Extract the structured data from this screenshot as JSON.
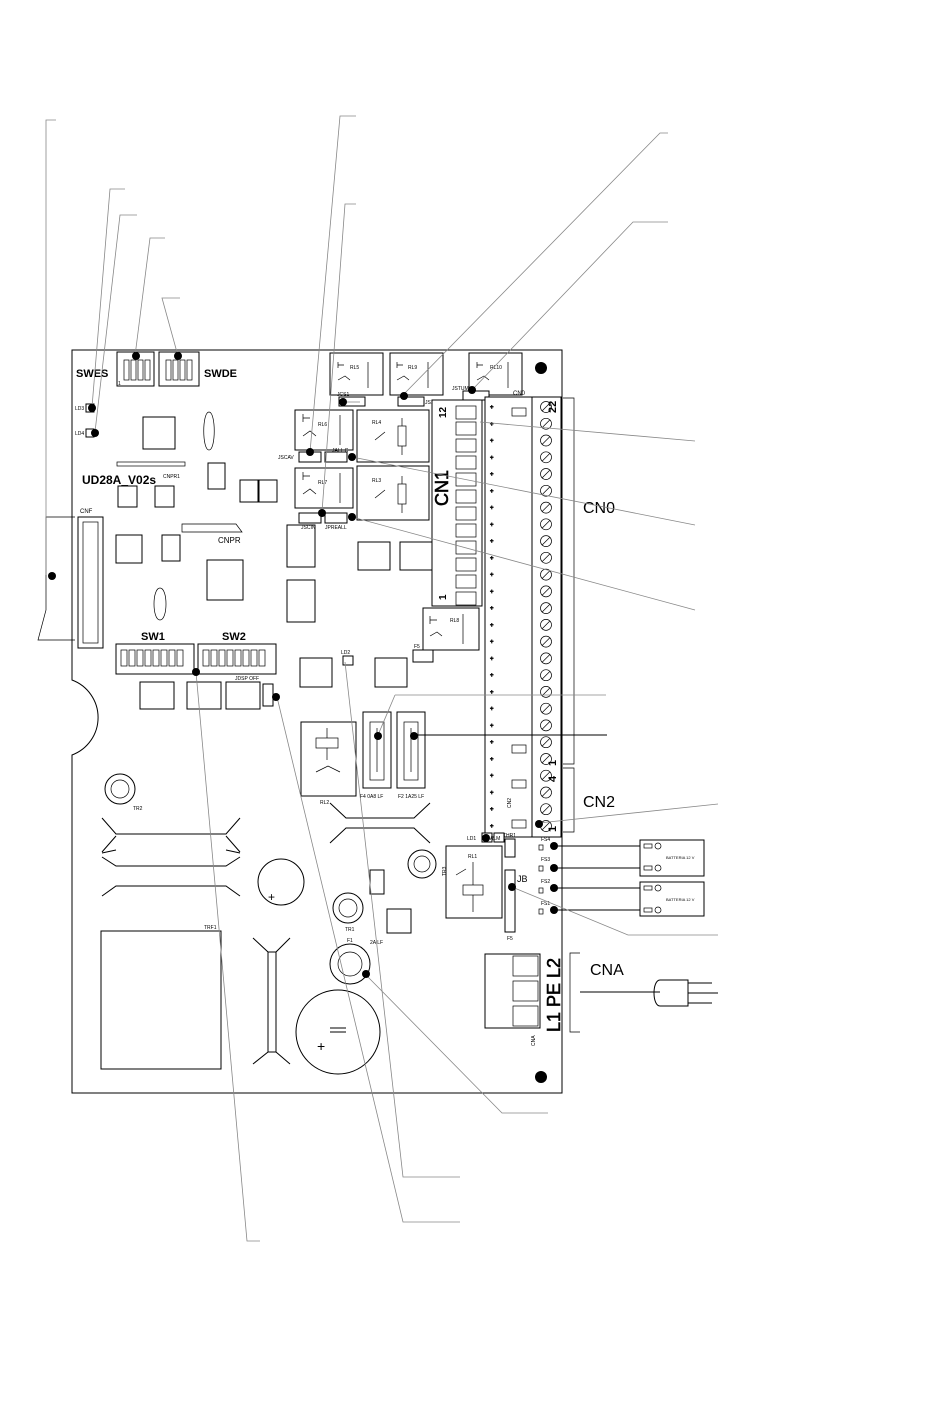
{
  "board": {
    "model": "UD28A_V02s",
    "switches": {
      "swes": "SWES",
      "swde": "SWDE",
      "sw1": "SW1",
      "sw2": "SW2"
    },
    "leds": {
      "ld1": "LD1",
      "ld2": "LD2",
      "ld3": "LD3",
      "ld4": "LD4"
    },
    "connectors": {
      "cnf": "CNF",
      "cnpr": "CNPR",
      "cnpr1": "CNPR1",
      "cn0_small": "CN0",
      "cn1": "CN1",
      "cn1_num_top": "12",
      "cn1_num_bottom": "1",
      "cn2_small": "CN2",
      "cna_small": "CNA"
    },
    "relays": {
      "rl1": "RL1",
      "rl2": "RL2",
      "rl4": "RL4",
      "rl5": "RL5",
      "rl6": "RL6",
      "rl7": "RL7",
      "rl8": "RL8",
      "rl9": "RL9",
      "rl10": "RL10",
      "rl3": "RL3"
    },
    "jumpers": {
      "jcs1": "JCS1",
      "js1ua": "JS1UA",
      "jstum": "JSTUM",
      "jscav": "JSCAV",
      "jallc": "JALL C",
      "jscin": "JSCIN",
      "jprealt": "JPREALL",
      "jdsp": "JDSP OFF",
      "jb": "JB"
    },
    "fuses": {
      "f1": "F1",
      "f2": "F2 1A25 LF",
      "f4": "F4 0A8 LF",
      "f5": "F5",
      "fs1": "FS1",
      "fs2": "FS2",
      "fs3": "FS3",
      "fs4": "FS4",
      "f1_rating": "2A LF"
    },
    "trimmers": {
      "tr1": "TR1",
      "tr2": "TR2",
      "tr3": "TR3"
    },
    "thermal": {
      "thr1": "THR1",
      "al": "ALM"
    },
    "terminal_numbers": {
      "cn0_top": "22",
      "cn0_bottom": "1",
      "cn2_top": "4",
      "cn2_bottom": "1"
    },
    "trf": "TRF1"
  },
  "labels": {
    "cn0": "CN0",
    "cn2": "CN2",
    "cna": "CNA",
    "cna_terminals": "L1 PE L2"
  },
  "batteries": [
    {
      "label": "BATTERIA 12 V"
    },
    {
      "label": "BATTERIA 12 V"
    }
  ]
}
